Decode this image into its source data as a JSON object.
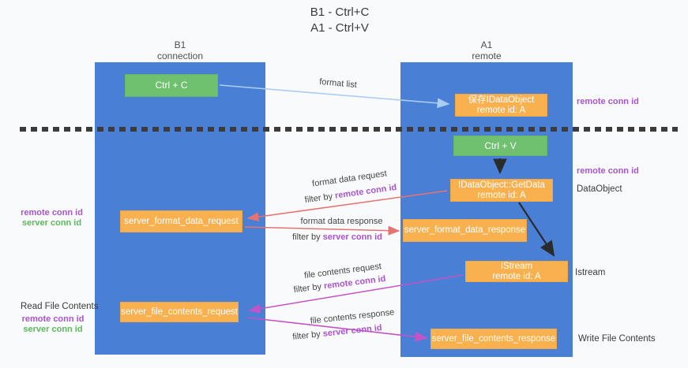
{
  "title": {
    "line1": "B1 - Ctrl+C",
    "line2": "A1 - Ctrl+V"
  },
  "lanes": {
    "left": {
      "header1": "B1",
      "header2": "connection"
    },
    "right": {
      "header1": "A1",
      "header2": "remote"
    }
  },
  "boxes": {
    "ctrl_c": {
      "label": "Ctrl + C"
    },
    "ctrl_v": {
      "label": "Ctrl + V"
    },
    "save_dataobject": {
      "line1": "保存IDataObject",
      "line2": "remote id: A"
    },
    "getdata": {
      "line1": "IDataObject::GetData",
      "line2": "remote id: A"
    },
    "istream": {
      "line1": "IStream",
      "line2": "remote id: A"
    },
    "format_request": {
      "label": "server_format_data_request"
    },
    "format_response": {
      "label": "server_format_data_response"
    },
    "file_request": {
      "label": "server_file_contents_request"
    },
    "file_response": {
      "label": "server_file_contents_response"
    }
  },
  "flow_labels": {
    "format_list": "format list",
    "format_data_request": "format data request",
    "format_data_request_filter": {
      "prefix": "filter by",
      "id": "remote conn id"
    },
    "format_data_response": "format data response",
    "format_data_response_filter": {
      "prefix": "filter by",
      "id": "server conn id"
    },
    "file_contents_request": "file contents request",
    "file_contents_request_filter": {
      "prefix": "filter by",
      "id": "remote conn id"
    },
    "file_contents_response": "file contents response",
    "file_contents_response_filter": {
      "prefix": "filter by",
      "id": "server conn id"
    }
  },
  "side_labels": {
    "right_remote_conn_top": "remote conn id",
    "right_remote_conn_mid": "remote conn id",
    "right_dataobject": "DataObject",
    "right_istream": "Istream",
    "right_write_file": "Write File Contents",
    "left_remote_conn_mid": "remote conn id",
    "left_server_conn_mid": "server conn id",
    "left_read_file": "Read File Contents",
    "left_remote_conn_bottom": "remote conn id",
    "left_server_conn_bottom": "server conn id"
  },
  "colors": {
    "lane_blue": "#4a7fd6",
    "box_green": "#6fc06f",
    "box_orange": "#f9b04e",
    "purple_id_text": "#a855cc",
    "green_id_text": "#5cb85c",
    "arrow_light_blue": "#a8cdf0",
    "arrow_red": "#e57373",
    "arrow_magenta": "#c653c6",
    "arrow_black": "#2b2b2b"
  }
}
